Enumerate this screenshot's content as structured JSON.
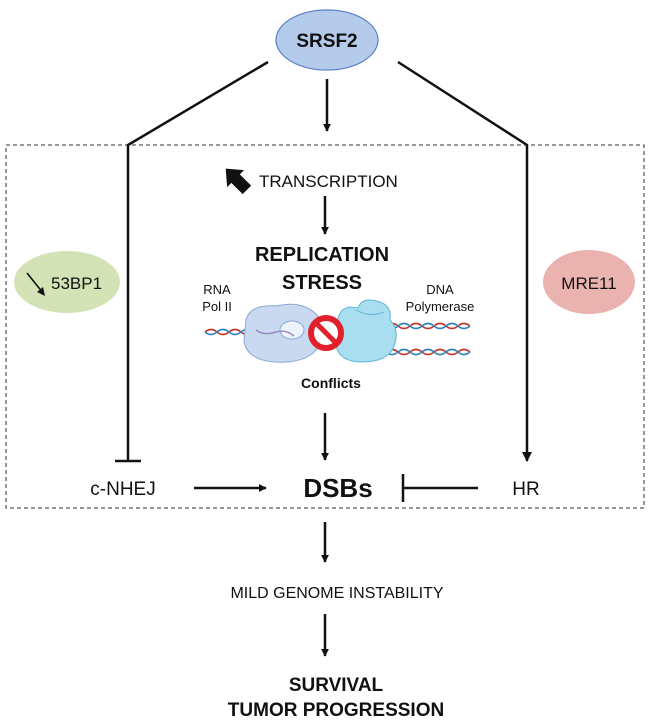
{
  "nodes": {
    "srsf2": "SRSF2",
    "transcription": "TRANSCRIPTION",
    "replication_line1": "REPLICATION",
    "replication_line2": "STRESS",
    "rna_pol_line1": "RNA",
    "rna_pol_line2": "Pol II",
    "dna_pol_line1": "DNA",
    "dna_pol_line2": "Polymerase",
    "conflicts": "Conflicts",
    "bp53": "53BP1",
    "mre11": "MRE11",
    "nhej": "c-NHEJ",
    "dsbs": "DSBs",
    "hr": "HR",
    "genome": "MILD GENOME INSTABILITY",
    "survival_line1": "SURVIVAL",
    "survival_line2": "TUMOR PROGRESSION"
  },
  "colors": {
    "srsf2_fill": "#b4cbec",
    "bp53_fill": "#d3e3b5",
    "mre11_fill": "#eab3b0",
    "conflicts_text": "#e8201e",
    "polymerase_fill": "#a9def0",
    "rnapol_fill": "#c9daf0",
    "no_sign": "#e2202b"
  },
  "icons": {
    "up_arrow": "thick-up-right-arrow-icon",
    "down_arrow": "thin-down-right-arrow-icon",
    "conflict": "no-entry-icon"
  }
}
